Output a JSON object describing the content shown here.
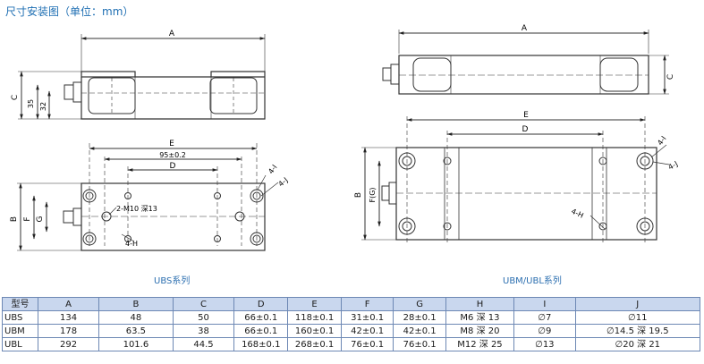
{
  "page_title": "尺寸安装图（单位：mm）",
  "left_diagram": {
    "series_label": "UBS系列",
    "dims": {
      "A": "A",
      "C": "C",
      "h35": "35",
      "h32": "32",
      "E": "E",
      "e_tol": "95±0.2",
      "D": "D",
      "B": "B",
      "F": "F",
      "G": "G",
      "J": "4-J",
      "I": "4-I",
      "H": "4-H",
      "thread": "2-M10 深13"
    }
  },
  "right_diagram": {
    "series_label": "UBM/UBL系列",
    "dims": {
      "A": "A",
      "C": "C",
      "E": "E",
      "D": "D",
      "B": "B",
      "FG": "F(G)",
      "I": "4-I",
      "J": "4-J",
      "H": "4-H"
    }
  },
  "table": {
    "headers": [
      "型号",
      "A",
      "B",
      "C",
      "D",
      "E",
      "F",
      "G",
      "H",
      "I",
      "J"
    ],
    "rows": [
      [
        "UBS",
        "134",
        "48",
        "50",
        "66±0.1",
        "118±0.1",
        "31±0.1",
        "28±0.1",
        "M6 深 13",
        "7",
        "11"
      ],
      [
        "UBM",
        "178",
        "63.5",
        "38",
        "66±0.1",
        "160±0.1",
        "42±0.1",
        "42±0.1",
        "M8 深 20",
        "9",
        "14.5 深 19.5"
      ],
      [
        "UBL",
        "292",
        "101.6",
        "44.5",
        "168±0.1",
        "268±0.1",
        "76±0.1",
        "76±0.1",
        "M12 深 25",
        "13",
        "20 深 21"
      ]
    ]
  },
  "colors": {
    "title": "#1f6fb3",
    "header_bg": "#c9d7ee",
    "border": "#6d88b4",
    "line": "#2a2a2a"
  }
}
